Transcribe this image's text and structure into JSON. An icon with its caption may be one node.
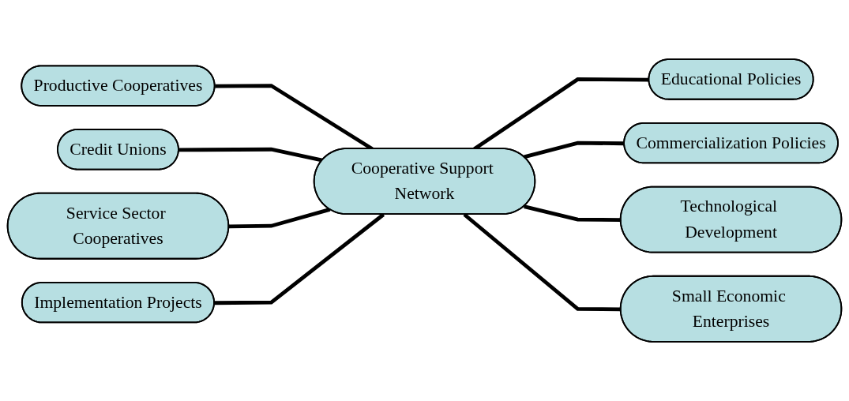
{
  "diagram": {
    "nodes": [
      {
        "text": [
          "Productive Cooperatives"
        ]
      },
      {
        "text": [
          "Credit Unions"
        ]
      },
      {
        "text": [
          "Educational Policies"
        ]
      },
      {
        "text": [
          "Service Sector Cooperatives"
        ]
      },
      {
        "text": [
          "Cooperative Support Network"
        ]
      },
      {
        "text": [
          "Commercialization Policies"
        ]
      },
      {
        "text": [
          "Implementation Projects"
        ]
      },
      {
        "text": [
          "Technological Development"
        ]
      },
      {
        "text": [
          "Small Economic Enterprises"
        ]
      }
    ],
    "edges": [
      {
        "from": 4,
        "to": 0,
        "arrow": "none"
      },
      {
        "from": 4,
        "to": 1,
        "arrow": "none"
      },
      {
        "from": 4,
        "to": 2,
        "arrow": "none"
      },
      {
        "from": 4,
        "to": 3,
        "arrow": "none"
      },
      {
        "from": 4,
        "to": 5,
        "arrow": "none"
      },
      {
        "from": 4,
        "to": 6,
        "arrow": "none"
      },
      {
        "from": 4,
        "to": 7,
        "arrow": "none"
      },
      {
        "from": 4,
        "to": 8,
        "arrow": "none"
      }
    ]
  }
}
